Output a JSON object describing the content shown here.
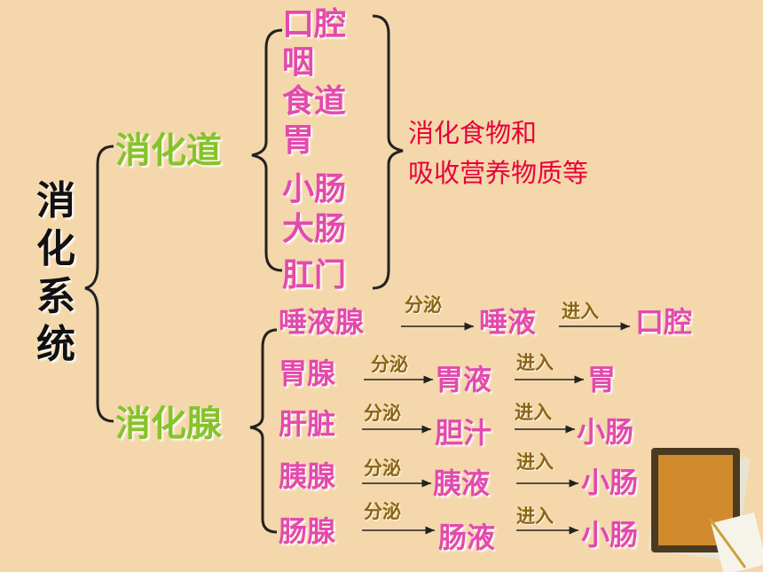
{
  "root": "消化系统",
  "branches": {
    "tract": {
      "label": "消化道",
      "organs": [
        "口腔",
        "咽",
        "食道",
        "胃",
        "小肠",
        "大肠",
        "肛门"
      ],
      "function_line1": "消化食物和",
      "function_line2": "吸收营养物质等"
    },
    "glands": {
      "label": "消化腺",
      "rows": [
        {
          "gland": "唾液腺",
          "secrete": "分泌",
          "juice": "唾液",
          "enter": "进入",
          "target": "口腔"
        },
        {
          "gland": "胃腺",
          "secrete": "分泌",
          "juice": "胃液",
          "enter": "进入",
          "target": "胃"
        },
        {
          "gland": "肝脏",
          "secrete": "分泌",
          "juice": "胆汁",
          "enter": "进入",
          "target": "小肠"
        },
        {
          "gland": "胰腺",
          "secrete": "分泌",
          "juice": "胰液",
          "enter": "进入",
          "target": "小肠"
        },
        {
          "gland": "肠腺",
          "secrete": "分泌",
          "juice": "肠液",
          "enter": "进入",
          "target": "小肠"
        }
      ]
    }
  },
  "colors": {
    "background": "#f4d7ab",
    "root_text": "#111111",
    "branch_text": "#86c32a",
    "item_text": "#e34aae",
    "function_text": "#e8003c",
    "arrow_label": "#8a6512"
  }
}
